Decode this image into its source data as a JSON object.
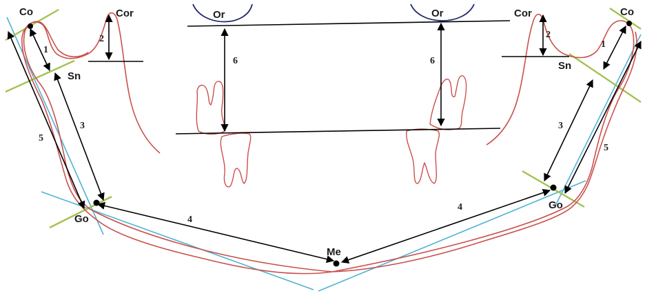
{
  "colors": {
    "mandible_outline": "#c9504c",
    "tangent_line": "#4fb3d3",
    "construction_line": "#a3c251",
    "measurement": "#000000",
    "orbit_arc": "#1f2a6b"
  },
  "landmarks": {
    "co_left": "Co",
    "co_right": "Co",
    "cor_left": "Cor",
    "cor_right": "Cor",
    "sn_left": "Sn",
    "sn_right": "Sn",
    "go_left": "Go",
    "go_right": "Go",
    "me": "Me",
    "or_left": "Or",
    "or_right": "Or"
  },
  "measurements": {
    "m1_left": "1",
    "m1_right": "1",
    "m2_left": "2",
    "m2_right": "2",
    "m3_left": "3",
    "m3_right": "3",
    "m4_left": "4",
    "m4_right": "4",
    "m5_left": "5",
    "m5_right": "5",
    "m6_left": "6",
    "m6_right": "6"
  },
  "icons": {
    "tooth": "tooth-icon",
    "point": "landmark-dot-icon"
  }
}
